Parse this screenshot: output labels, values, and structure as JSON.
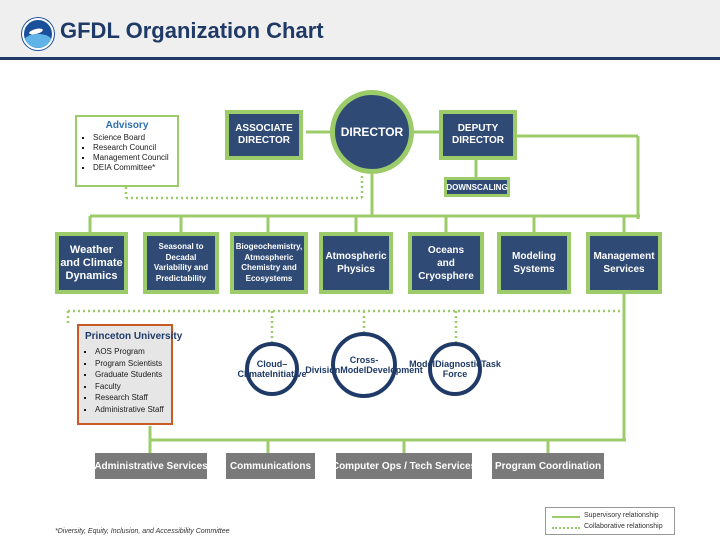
{
  "header": {
    "title": "GFDL Organization Chart",
    "logo_icon": "noaa-logo-icon"
  },
  "colors": {
    "navy": "#2f4a75",
    "green": "#9ccb6a",
    "orange": "#c85a26",
    "grey": "#7a7a7a"
  },
  "top": {
    "director": "DIRECTOR",
    "associate": [
      "ASSOCIATE",
      "DIRECTOR"
    ],
    "deputy": [
      "DEPUTY",
      "DIRECTOR"
    ],
    "downscaling": "DOWNSCALING"
  },
  "advisory": {
    "title": "Advisory",
    "items": [
      "Science Board",
      "Research Council",
      "Management Council",
      "DEIA Committee*"
    ]
  },
  "divisions": [
    {
      "lines": [
        "Weather",
        "and Climate",
        "Dynamics"
      ]
    },
    {
      "lines": [
        "Seasonal to",
        "Decadal",
        "Variability and",
        "Predictability"
      ]
    },
    {
      "lines": [
        "Biogeochemistry,",
        "Atmospheric",
        "Chemistry and",
        "Ecosystems"
      ]
    },
    {
      "lines": [
        "Atmospheric",
        "Physics"
      ]
    },
    {
      "lines": [
        "Oceans",
        "and",
        "Cryosphere"
      ]
    },
    {
      "lines": [
        "Modeling",
        "Systems"
      ]
    },
    {
      "lines": [
        "Management",
        "Services"
      ]
    }
  ],
  "princeton": {
    "title": "Princeton University",
    "items": [
      "AOS Program",
      "Program Scientists",
      "Graduate Students",
      "Faculty",
      "Research Staff",
      "Administrative Staff"
    ]
  },
  "initiatives": [
    {
      "lines": [
        "Cloud–",
        "Climate",
        "Initiative"
      ]
    },
    {
      "lines": [
        "Cross-Division",
        "Model",
        "Development"
      ]
    },
    {
      "lines": [
        "Model",
        "Diagnostic",
        "Task Force"
      ]
    }
  ],
  "services": [
    "Administrative Services",
    "Communications",
    "Computer Ops / Tech Services",
    "Program Coordination"
  ],
  "legend": {
    "supervisory": "Supervisory relationship",
    "collaborative": "Collaborative relationship"
  },
  "footnote": "*Diversity, Equity, Inclusion, and Accessibility Committee"
}
